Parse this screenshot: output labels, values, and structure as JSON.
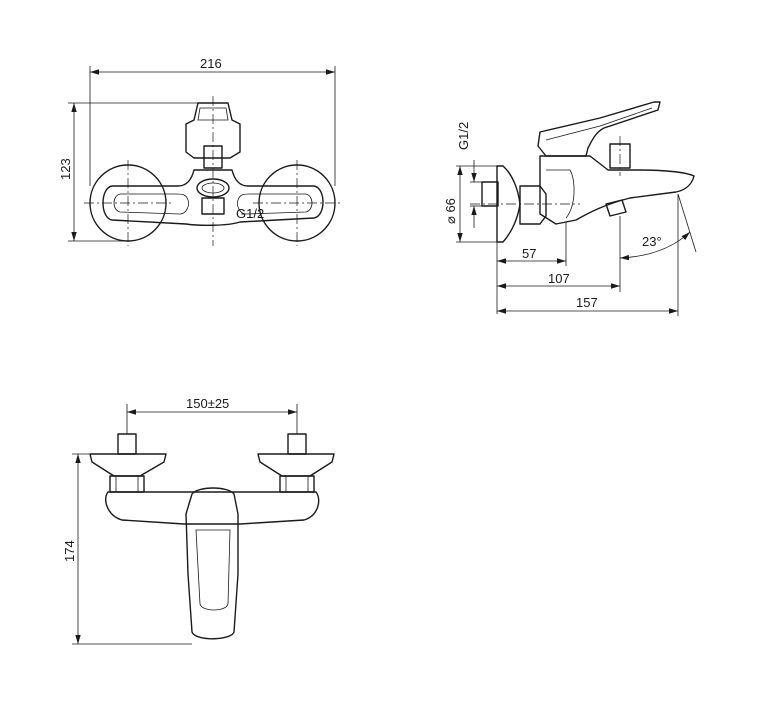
{
  "front_view": {
    "width_label": "216",
    "height_label": "123",
    "thread_label": "G1/2"
  },
  "side_view": {
    "thread_label": "G1/2",
    "diameter_label": "⌀ 66",
    "depth_57_label": "57",
    "depth_107_label": "107",
    "depth_157_label": "157",
    "angle_label": "23°"
  },
  "top_view": {
    "spacing_label": "150±25",
    "height_label": "174"
  }
}
